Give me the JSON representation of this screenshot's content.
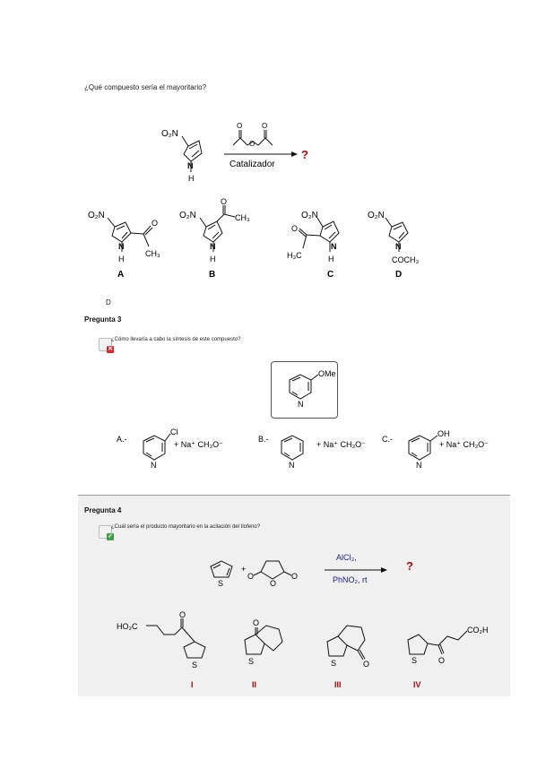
{
  "q1": {
    "prompt": "¿Qué compuesto sería el mayoritario?",
    "scheme": {
      "reactant_group": "O₂N",
      "reactant_nh": "N",
      "reactant_h": "H",
      "reagent_o1": "O",
      "reagent_o2": "O",
      "reagent_o3": "O",
      "catalyst": "Catalizador",
      "question": "?"
    },
    "options": [
      {
        "letter": "A",
        "label_no2": "O₂N",
        "label_sub": "CH₃",
        "label_o": "O",
        "label_n": "N",
        "label_h": "H"
      },
      {
        "letter": "B",
        "label_no2": "O₂N",
        "label_sub": "CH₃",
        "label_o": "O",
        "label_n": "N",
        "label_h": "H"
      },
      {
        "letter": "C",
        "label_no2": "O₂N",
        "label_sub": "H₃C",
        "label_o": "O",
        "label_n": "N",
        "label_h": "H"
      },
      {
        "letter": "D",
        "label_no2": "O₂N",
        "label_sub": "COCH₃",
        "label_n": "N"
      }
    ],
    "answer": "D"
  },
  "q3": {
    "title": "Pregunta 3",
    "status_icon": "cross-badge-icon",
    "status_color": "#d32f2f",
    "prompt": "¿Cómo llevaría a cabo la síntesis de este compuesto?",
    "target": {
      "sub": "OMe",
      "n": "N"
    },
    "options": [
      {
        "letter": "A.-",
        "sub": "Cl",
        "n": "N",
        "reagent": "+ Na⁺ CH₃O⁻"
      },
      {
        "letter": "B.-",
        "n": "N",
        "reagent": "+ Na⁺ CH₃O⁻"
      },
      {
        "letter": "C.-",
        "sub": "OH",
        "n": "N",
        "reagent": "+ Na⁺ CH₃O⁻"
      }
    ]
  },
  "q4": {
    "title": "Pregunta 4",
    "status_icon": "check-badge-icon",
    "status_color": "#43a047",
    "prompt": "¿Cuál sería el producto mayoritario en la acilación del tiofeno?",
    "scheme": {
      "s": "S",
      "plus": "+",
      "o1": "O",
      "o2": "O",
      "o3": "O",
      "reagent_top": "AlCl₃,",
      "reagent_bottom": "PhNO₂, rt",
      "question": "?"
    },
    "products": [
      {
        "numeral": "I",
        "group": "HO₂C",
        "o": "O",
        "s": "S"
      },
      {
        "numeral": "II",
        "o": "O",
        "s": "S"
      },
      {
        "numeral": "III",
        "o": "O",
        "s": "S"
      },
      {
        "numeral": "IV",
        "group": "CO₂H",
        "o": "O",
        "s": "S"
      }
    ],
    "accent_color": "#a01010"
  }
}
